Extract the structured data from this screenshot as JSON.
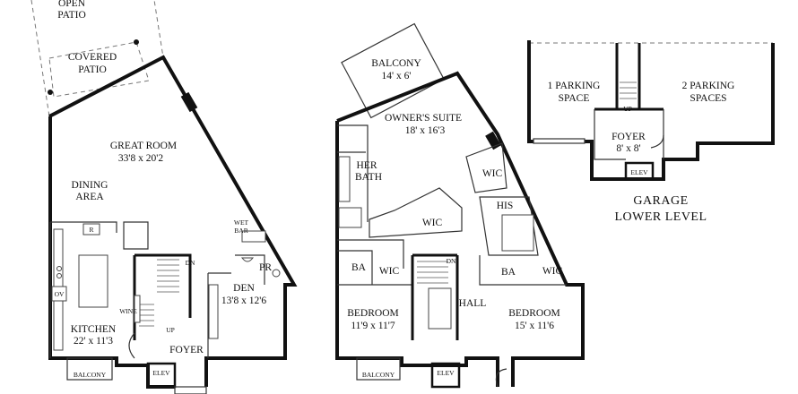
{
  "floor_main": {
    "open_patio": [
      "OPEN",
      "PATIO"
    ],
    "covered_patio": [
      "COVERED",
      "PATIO"
    ],
    "great_room": [
      "GREAT ROOM",
      "33'8 x 20'2"
    ],
    "dining_area": [
      "DINING",
      "AREA"
    ],
    "kitchen": [
      "KITCHEN",
      "22' x 11'3"
    ],
    "den": [
      "DEN",
      "13'8 x 12'6"
    ],
    "wet_bar": [
      "WET",
      "BAR"
    ],
    "powder_room": "PR",
    "foyer": "FOYER",
    "elevator": "ELEV",
    "balcony": "BALCONY",
    "stair_down": "DN",
    "stair_up": "UP",
    "refrigerator": "R",
    "oven": "OV",
    "wine": "WINE"
  },
  "floor_upper": {
    "balcony": [
      "BALCONY",
      "14' x 6'"
    ],
    "owners_suite": [
      "OWNER'S SUITE",
      "18' x 16'3"
    ],
    "her_bath": [
      "HER",
      "BATH"
    ],
    "wic_center": "WIC",
    "wic_right": "WIC",
    "his": "HIS",
    "bedroom_left": [
      "BEDROOM",
      "11'9 x 11'7"
    ],
    "bedroom_right": [
      "BEDROOM",
      "15' x 11'6"
    ],
    "bath_left": "BA",
    "bath_right": "BA",
    "wic_bed_left": "WIC",
    "wic_bed_right": "WIC",
    "hall": "HALL",
    "stair_down": "DN",
    "elevator": "ELEV",
    "balcony_bottom": "BALCONY"
  },
  "garage": {
    "parking_one": [
      "1 PARKING",
      "SPACE"
    ],
    "parking_two": [
      "2 PARKING",
      "SPACES"
    ],
    "foyer": [
      "FOYER",
      "8' x 8'"
    ],
    "stair_up": "UP",
    "elevator": "ELEV",
    "title": [
      "GARAGE",
      "LOWER LEVEL"
    ]
  }
}
